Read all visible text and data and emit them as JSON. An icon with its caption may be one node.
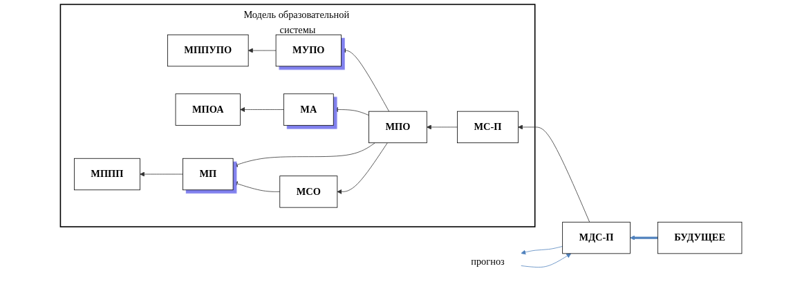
{
  "diagram": {
    "nodes": [
      {
        "text": [
          "Модель образовательной системы"
        ]
      },
      {
        "text": [
          "МППУПО"
        ],
        "in": 0
      },
      {
        "text": [
          "МУПО"
        ],
        "in": 0
      },
      {
        "text": [
          "МПОА"
        ],
        "in": 0
      },
      {
        "text": [
          "МА"
        ],
        "in": 0
      },
      {
        "text": [
          "МПО"
        ],
        "in": 0
      },
      {
        "text": [
          "МС-П"
        ],
        "in": 0
      },
      {
        "text": [
          "МППП"
        ],
        "in": 0
      },
      {
        "text": [
          "МП"
        ],
        "in": 0
      },
      {
        "text": [
          "МСО"
        ],
        "in": 0
      },
      {
        "text": [
          "МДС-П"
        ]
      },
      {
        "text": [
          "БУДУЩЕЕ"
        ]
      },
      {
        "text": [
          "прогноз"
        ]
      }
    ],
    "edges": [
      {
        "from": 2,
        "to": 1,
        "arrow": "to"
      },
      {
        "from": 5,
        "to": 2,
        "arrow": "to"
      },
      {
        "from": 4,
        "to": 3,
        "arrow": "to"
      },
      {
        "from": 5,
        "to": 4,
        "arrow": "to"
      },
      {
        "from": 6,
        "to": 5,
        "arrow": "to"
      },
      {
        "from": 10,
        "to": 6,
        "arrow": "to"
      },
      {
        "from": 5,
        "to": 8,
        "arrow": "to"
      },
      {
        "from": 5,
        "to": 9,
        "arrow": "to"
      },
      {
        "from": 9,
        "to": 8,
        "arrow": "to"
      },
      {
        "from": 8,
        "to": 7,
        "arrow": "to"
      },
      {
        "from": 11,
        "to": 10,
        "arrow": "to",
        "style": "thick",
        "color": "#4f81bd"
      },
      {
        "from": 10,
        "to": 12,
        "arrow": "to",
        "color": "#4f81bd"
      },
      {
        "from": 12,
        "to": 10,
        "arrow": "to",
        "color": "#4f81bd"
      }
    ]
  }
}
